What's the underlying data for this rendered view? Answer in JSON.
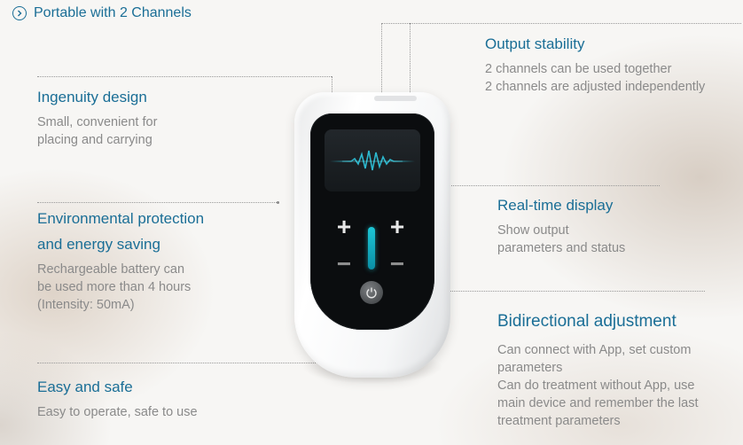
{
  "header": {
    "title": "Portable with 2 Channels",
    "icon": "chevron-right-circle-icon"
  },
  "features": {
    "ingenuity": {
      "title": "Ingenuity design",
      "desc_line1": "Small, convenient for",
      "desc_line2": "placing and carrying"
    },
    "environmental": {
      "title_line1": "Environmental protection",
      "title_line2": "and energy saving",
      "desc_line1": "Rechargeable battery can",
      "desc_line2": "be used more than 4 hours",
      "desc_line3": "(Intensity: 50mA)"
    },
    "easy": {
      "title": "Easy and safe",
      "desc_line1": "Easy to operate, safe to use"
    },
    "output": {
      "title": "Output stability",
      "desc_line1": "2 channels can be used together",
      "desc_line2": "2 channels are adjusted independently"
    },
    "realtime": {
      "title": "Real-time display",
      "desc_line1": "Show output",
      "desc_line2": "parameters and status"
    },
    "bidirectional": {
      "title": "Bidirectional adjustment",
      "desc_line1": "Can connect with App, set custom",
      "desc_line2": "parameters",
      "desc_line3": "Can do treatment without App, use",
      "desc_line4": "main device and remember the last",
      "desc_line5": "treatment parameters"
    }
  },
  "device": {
    "plus_symbol": "+",
    "minus_symbol": "−"
  },
  "colors": {
    "accent": "#1a6e96",
    "body_text": "#8a8a8a",
    "screen_wave": "#2ec8e0"
  }
}
